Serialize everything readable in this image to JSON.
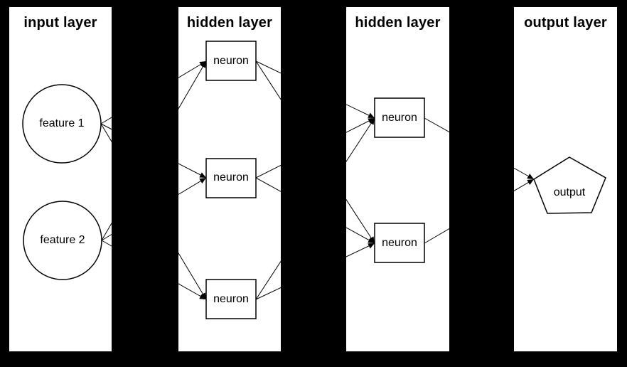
{
  "diagram": {
    "colors": {
      "background": "#000000",
      "panel": "#ffffff",
      "stroke": "#000000",
      "text": "#000000"
    },
    "panels": [
      {
        "title": "input layer",
        "nodes": [
          {
            "label": "feature 1",
            "shape": "circle"
          },
          {
            "label": "feature 2",
            "shape": "circle"
          }
        ]
      },
      {
        "title": "hidden layer",
        "nodes": [
          {
            "label": "neuron",
            "shape": "rect"
          },
          {
            "label": "neuron",
            "shape": "rect"
          },
          {
            "label": "neuron",
            "shape": "rect"
          }
        ]
      },
      {
        "title": "hidden layer",
        "nodes": [
          {
            "label": "neuron",
            "shape": "rect"
          },
          {
            "label": "neuron",
            "shape": "rect"
          }
        ]
      },
      {
        "title": "output layer",
        "nodes": [
          {
            "label": "output",
            "shape": "pentagon"
          }
        ]
      }
    ]
  }
}
